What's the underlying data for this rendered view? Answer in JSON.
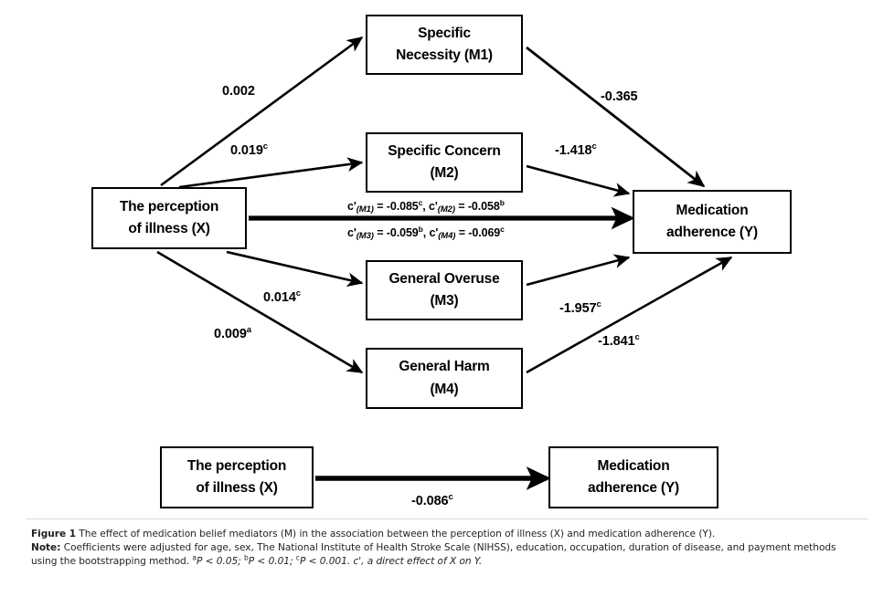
{
  "figure": {
    "title_prefix": "Figure 1",
    "caption_line1": "The effect of medication belief mediators (M) in the association between the perception of illness (X) and medication adherence (Y).",
    "note_prefix": "Note:",
    "caption_line2": "Coefficients were adjusted for age, sex, The National Institute of Health Stroke Scale (NIHSS), education, occupation, duration of disease, and payment methods",
    "caption_line3_pre": "using the bootstrapping method. ",
    "sig_a_marker": "a",
    "sig_a_text": "P < 0.05; ",
    "sig_b_marker": "b",
    "sig_b_text": "P < 0.01; ",
    "sig_c_marker": "c",
    "sig_c_text": "P < 0.001. c', a direct effect of X on Y."
  },
  "nodes": {
    "x": {
      "line1": "The perception",
      "line2": "of illness (X)"
    },
    "m1": {
      "line1": "Specific",
      "line2": "Necessity (M1)"
    },
    "m2": {
      "line1": "Specific Concern",
      "line2": "(M2)"
    },
    "m3": {
      "line1": "General Overuse",
      "line2": "(M3)"
    },
    "m4": {
      "line1": "General Harm",
      "line2": "(M4)"
    },
    "y": {
      "line1": "Medication",
      "line2": "adherence (Y)"
    },
    "x_lower": {
      "line1": "The perception",
      "line2": "of illness (X)"
    },
    "y_lower": {
      "line1": "Medication",
      "line2": "adherence (Y)"
    }
  },
  "paths": {
    "a1": {
      "value": "0.002",
      "sig": ""
    },
    "a2": {
      "value": "0.019",
      "sig": "c"
    },
    "a3": {
      "value": "0.014",
      "sig": "c"
    },
    "a4": {
      "value": "0.009",
      "sig": "a"
    },
    "b1": {
      "value": "-0.365",
      "sig": ""
    },
    "b2": {
      "value": "-1.418",
      "sig": "c"
    },
    "b3": {
      "value": "-1.957",
      "sig": "c"
    },
    "b4": {
      "value": "-1.841",
      "sig": "c"
    },
    "direct_lower": {
      "value": "-0.086",
      "sig": "c"
    }
  },
  "direct_effects": {
    "top": {
      "k1_prefix": "c'",
      "k1_sub": "(M1)",
      "k1_eq": " = -0.085",
      "k1_sig": "c",
      "sep": ", ",
      "k2_prefix": "c'",
      "k2_sub": "(M2)",
      "k2_eq": " = -0.058",
      "k2_sig": "b"
    },
    "bottom": {
      "k1_prefix": "c'",
      "k1_sub": "(M3)",
      "k1_eq": " = -0.059",
      "k1_sig": "b",
      "sep": ", ",
      "k2_prefix": "c'",
      "k2_sub": "(M4)",
      "k2_eq": " = -0.069",
      "k2_sig": "c"
    }
  },
  "colors": {
    "stroke": "#000000",
    "background": "#ffffff",
    "caption_text": "#231f20",
    "divider": "#d9d9d9"
  },
  "chart_data": {
    "type": "diagram",
    "diagram_kind": "multiple-mediation-path-model",
    "title": "The effect of medication belief mediators (M) in the association between the perception of illness (X) and medication adherence (Y)",
    "nodes": [
      {
        "id": "X",
        "label": "The perception of illness (X)",
        "role": "predictor"
      },
      {
        "id": "M1",
        "label": "Specific Necessity (M1)",
        "role": "mediator"
      },
      {
        "id": "M2",
        "label": "Specific Concern (M2)",
        "role": "mediator"
      },
      {
        "id": "M3",
        "label": "General Overuse (M3)",
        "role": "mediator"
      },
      {
        "id": "M4",
        "label": "General Harm (M4)",
        "role": "mediator"
      },
      {
        "id": "Y",
        "label": "Medication adherence (Y)",
        "role": "outcome"
      }
    ],
    "edges": [
      {
        "from": "X",
        "to": "M1",
        "coefficient": 0.002,
        "significance": "",
        "label": "0.002"
      },
      {
        "from": "X",
        "to": "M2",
        "coefficient": 0.019,
        "significance": "c",
        "label": "0.019c"
      },
      {
        "from": "X",
        "to": "M3",
        "coefficient": 0.014,
        "significance": "c",
        "label": "0.014c"
      },
      {
        "from": "X",
        "to": "M4",
        "coefficient": 0.009,
        "significance": "a",
        "label": "0.009a"
      },
      {
        "from": "M1",
        "to": "Y",
        "coefficient": -0.365,
        "significance": "",
        "label": "-0.365"
      },
      {
        "from": "M2",
        "to": "Y",
        "coefficient": -1.418,
        "significance": "c",
        "label": "-1.418c"
      },
      {
        "from": "M3",
        "to": "Y",
        "coefficient": -1.957,
        "significance": "c",
        "label": "-1.957c"
      },
      {
        "from": "M4",
        "to": "Y",
        "coefficient": -1.841,
        "significance": "c",
        "label": "-1.841c"
      },
      {
        "from": "X",
        "to": "Y",
        "coefficient": -0.085,
        "significance": "c",
        "label": "c'(M1) = -0.085c",
        "kind": "direct"
      },
      {
        "from": "X",
        "to": "Y",
        "coefficient": -0.058,
        "significance": "b",
        "label": "c'(M2) = -0.058b",
        "kind": "direct"
      },
      {
        "from": "X",
        "to": "Y",
        "coefficient": -0.059,
        "significance": "b",
        "label": "c'(M3) = -0.059b",
        "kind": "direct"
      },
      {
        "from": "X",
        "to": "Y",
        "coefficient": -0.069,
        "significance": "c",
        "label": "c'(M4) = -0.069c",
        "kind": "direct"
      },
      {
        "from": "X",
        "to": "Y",
        "coefficient": -0.086,
        "significance": "c",
        "label": "-0.086c",
        "kind": "total",
        "panel": "lower"
      }
    ],
    "significance_legend": [
      {
        "marker": "a",
        "meaning": "P < 0.05"
      },
      {
        "marker": "b",
        "meaning": "P < 0.01"
      },
      {
        "marker": "c",
        "meaning": "P < 0.001"
      }
    ]
  }
}
